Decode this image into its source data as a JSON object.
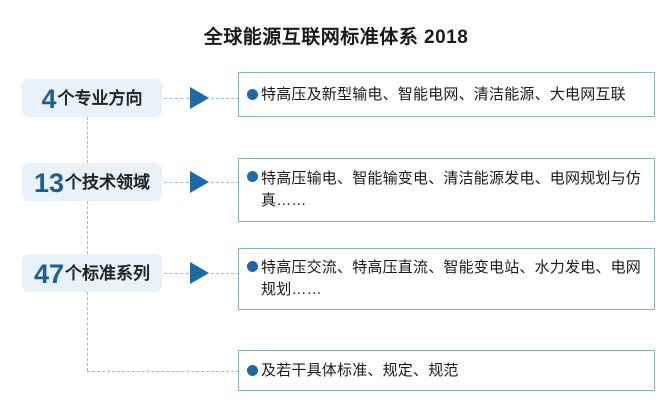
{
  "title": "全球能源互联网标准体系 2018",
  "levels": [
    {
      "number": "4",
      "text": "个专业方向"
    },
    {
      "number": "13",
      "text": "个技术领域"
    },
    {
      "number": "47",
      "text": "个标准系列"
    }
  ],
  "boxes": [
    {
      "text": "特高压及新型输电、智能电网、清洁能源、大电网互联"
    },
    {
      "text": "特高压输电、智能输变电、清洁能源发电、电网规划与仿真……"
    },
    {
      "text": "特高压交流、特高压直流、智能变电站、水力发电、电网规划……"
    },
    {
      "text": "及若干具体标准、规定、规范"
    }
  ],
  "colors": {
    "accent": "#1a6ba8",
    "number": "#1b5f93",
    "label_background": "#e7f2fa",
    "box_border": "#8aafc6",
    "dash_line": "#9fbdd2",
    "page_background": "#ffffff",
    "text": "#1a1a1a"
  }
}
